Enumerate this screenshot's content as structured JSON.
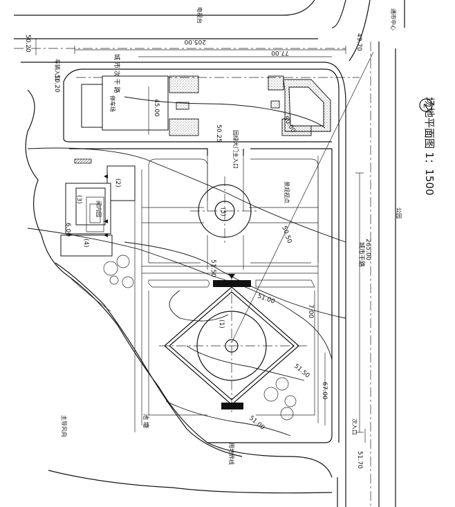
{
  "title": {
    "text": "场地平面图 1：1500",
    "north_symbol": "N"
  },
  "roads": {
    "top_road": "城 市 次 干 路",
    "right_road": "城市干路",
    "tv_tower": "电视台",
    "city_center": "通市中心",
    "park": "公园",
    "pond": "池 塘"
  },
  "entrances": {
    "vehicle": "车辆入口",
    "main_gate": "园绿大门主入口",
    "secondary": "次入口"
  },
  "labels": {
    "parking": "停车场",
    "viewpoint": "景观视点",
    "boundary": "用地界线",
    "wind": "主导风向",
    "canteen": "阅内园"
  },
  "buildings": [
    "(1)",
    "(2)",
    "(3)",
    "(4)",
    "(5)"
  ],
  "dimensions": {
    "top_length": "205.00",
    "top_offset": "77.00",
    "right_length": "265.00",
    "parking_depth": "45.00",
    "lower_gap": "67.00",
    "small_gap": "7.00",
    "side_gap": "6.00"
  },
  "elevations": {
    "top_left": "50.20",
    "vehicle_entry": "50.20",
    "top_right": "49.70",
    "main_gate": "50.25",
    "mid_left": "51.50",
    "bottom_right": "51.70"
  },
  "contours": {
    "c1": "50.00",
    "c2": "50.50",
    "c3": "51.00",
    "c4": "51.50",
    "c5": "51.00"
  }
}
